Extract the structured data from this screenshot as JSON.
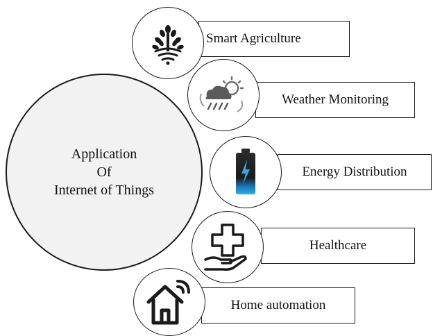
{
  "center": {
    "line1": "Application",
    "line2": "Of",
    "line3": "Internet of Things"
  },
  "items": [
    {
      "label": "Smart Agriculture",
      "icon": "plant-wifi-icon"
    },
    {
      "label": "Weather Monitoring",
      "icon": "weather-icon"
    },
    {
      "label": "Energy Distribution",
      "icon": "battery-icon"
    },
    {
      "label": "Healthcare",
      "icon": "hand-cross-icon"
    },
    {
      "label": "Home automation",
      "icon": "smart-home-icon"
    }
  ]
}
